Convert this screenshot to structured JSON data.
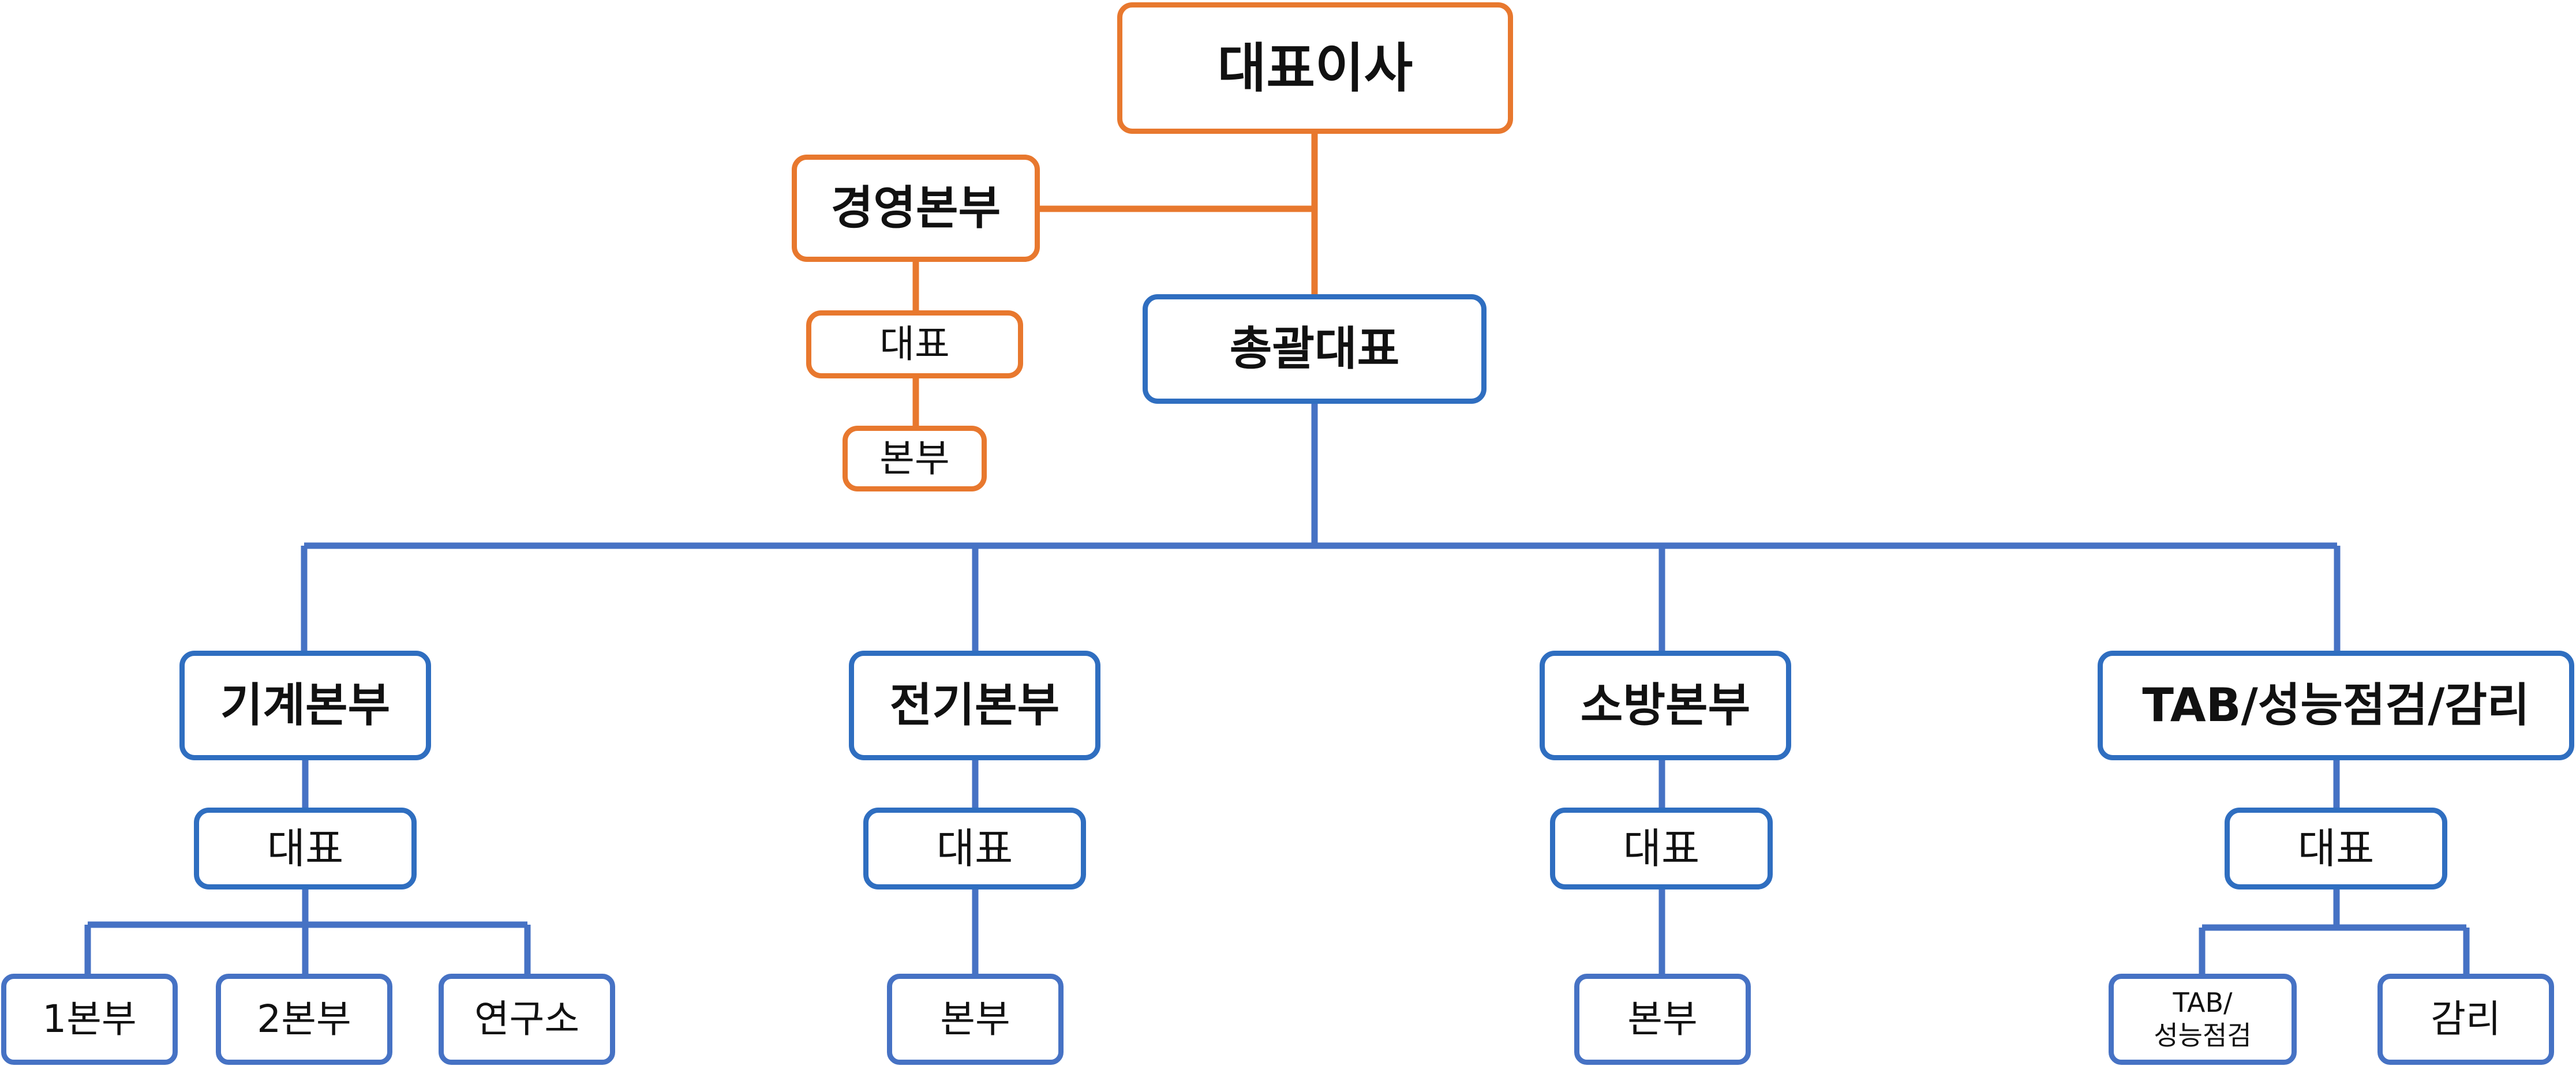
{
  "colors": {
    "orange": "#E8782E",
    "blue": "#2F6EC0",
    "blue_light": "#4672C4",
    "text": "#111111"
  },
  "nodes": {
    "ceo": "대표이사",
    "management_hq": "경영본부",
    "management_rep": "대표",
    "management_dept": "본부",
    "general_rep": "총괄대표",
    "mechanical_hq": "기계본부",
    "mechanical_rep": "대표",
    "mechanical_dept1": "1본부",
    "mechanical_dept2": "2본부",
    "mechanical_lab": "연구소",
    "electrical_hq": "전기본부",
    "electrical_rep": "대표",
    "electrical_dept": "본부",
    "fire_hq": "소방본부",
    "fire_rep": "대표",
    "fire_dept": "본부",
    "tab_hq": "TAB/성능점검/감리",
    "tab_rep": "대표",
    "tab_dept": "TAB/\n성능점검",
    "tab_supervision": "감리"
  }
}
